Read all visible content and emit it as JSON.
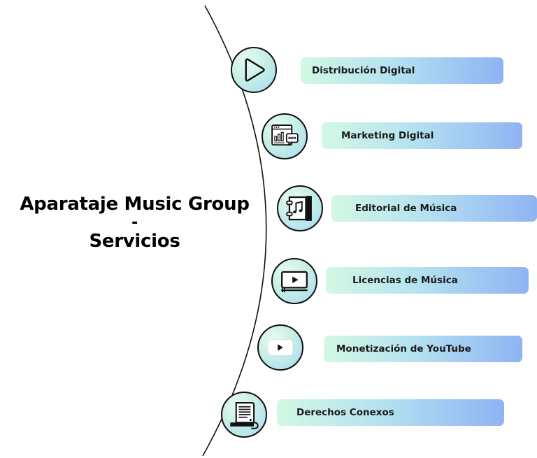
{
  "title": {
    "line1": "Aparataje Music Group",
    "line2": "-",
    "line3": "Servicios"
  },
  "services": [
    {
      "label": "Distribución Digital",
      "icon": "play-triangle-icon"
    },
    {
      "label": "Marketing Digital",
      "icon": "analytics-browser-icon"
    },
    {
      "label": "Editorial de Música",
      "icon": "music-book-icon"
    },
    {
      "label": "Licencias de Música",
      "icon": "video-monitor-icon"
    },
    {
      "label": "Monetización de YouTube",
      "icon": "youtube-play-icon"
    },
    {
      "label": "Derechos Conexos",
      "icon": "document-scroll-icon"
    }
  ],
  "colors": {
    "pill_start": "#d3f8e3",
    "pill_mid": "#b5e2f0",
    "pill_end": "#8fb3f3",
    "node_fill": "#c6efe6",
    "line": "#111111"
  }
}
